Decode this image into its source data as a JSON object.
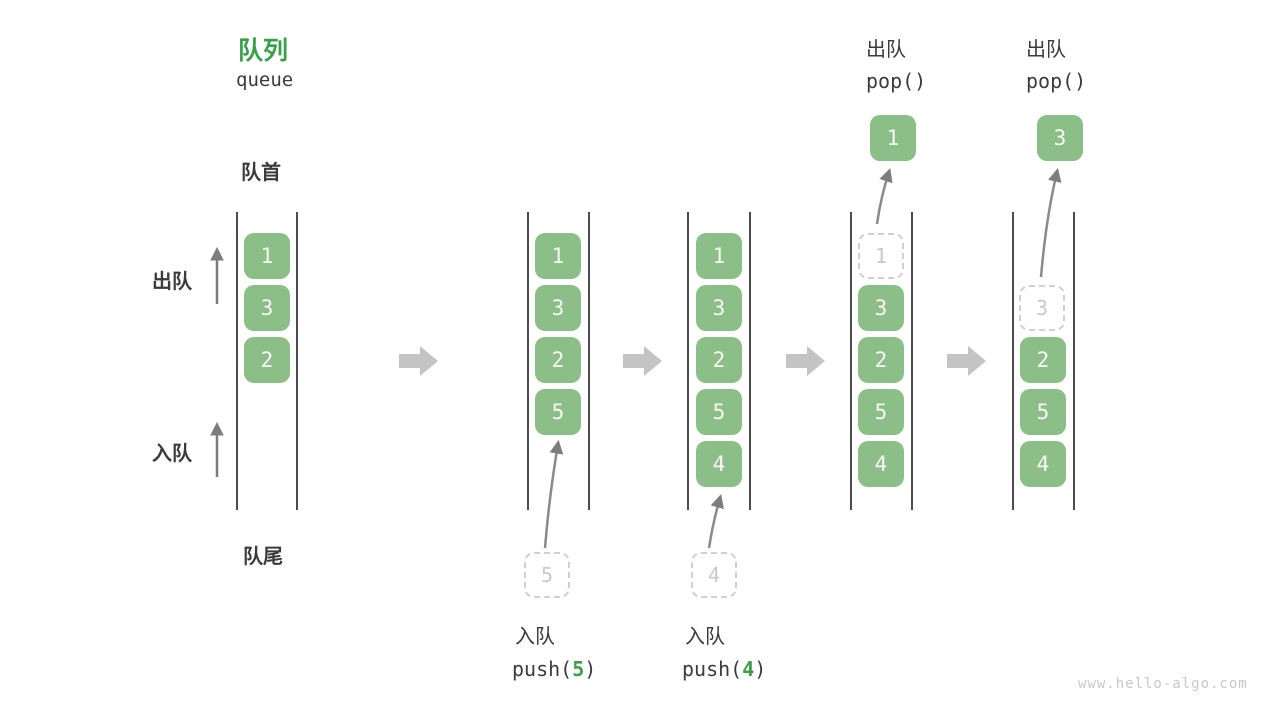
{
  "title": {
    "zh": "队列",
    "en": "queue"
  },
  "side_labels": {
    "front": "队首",
    "rear": "队尾",
    "dequeue": "出队",
    "enqueue": "入队"
  },
  "watermark": "www.hello-algo.com",
  "colors": {
    "box_green": "#8cbe88",
    "title_green": "#39a04a",
    "code_arg_green": "#3f9e4b",
    "ghost_gray": "#d0d0d0",
    "block_arrow_gray": "#c4c4c4",
    "text_dark": "#3b3b3b"
  },
  "steps": [
    {
      "items": [
        "1",
        "3",
        "2"
      ]
    },
    {
      "items": [
        "1",
        "3",
        "2",
        "5"
      ],
      "incoming": "5",
      "action_name": "入队",
      "action_fn": "push(",
      "action_arg": "5",
      "action_close": ")"
    },
    {
      "items": [
        "1",
        "3",
        "2",
        "5",
        "4"
      ],
      "incoming": "4",
      "action_name": "入队",
      "action_fn": "push(",
      "action_arg": "4",
      "action_close": ")"
    },
    {
      "items": [
        "3",
        "2",
        "5",
        "4"
      ],
      "ghost": "1",
      "popped": "1",
      "action_name": "出队",
      "action_fn": "pop()"
    },
    {
      "items": [
        "2",
        "5",
        "4"
      ],
      "ghost": "3",
      "popped": "3",
      "action_name": "出队",
      "action_fn": "pop()"
    }
  ]
}
